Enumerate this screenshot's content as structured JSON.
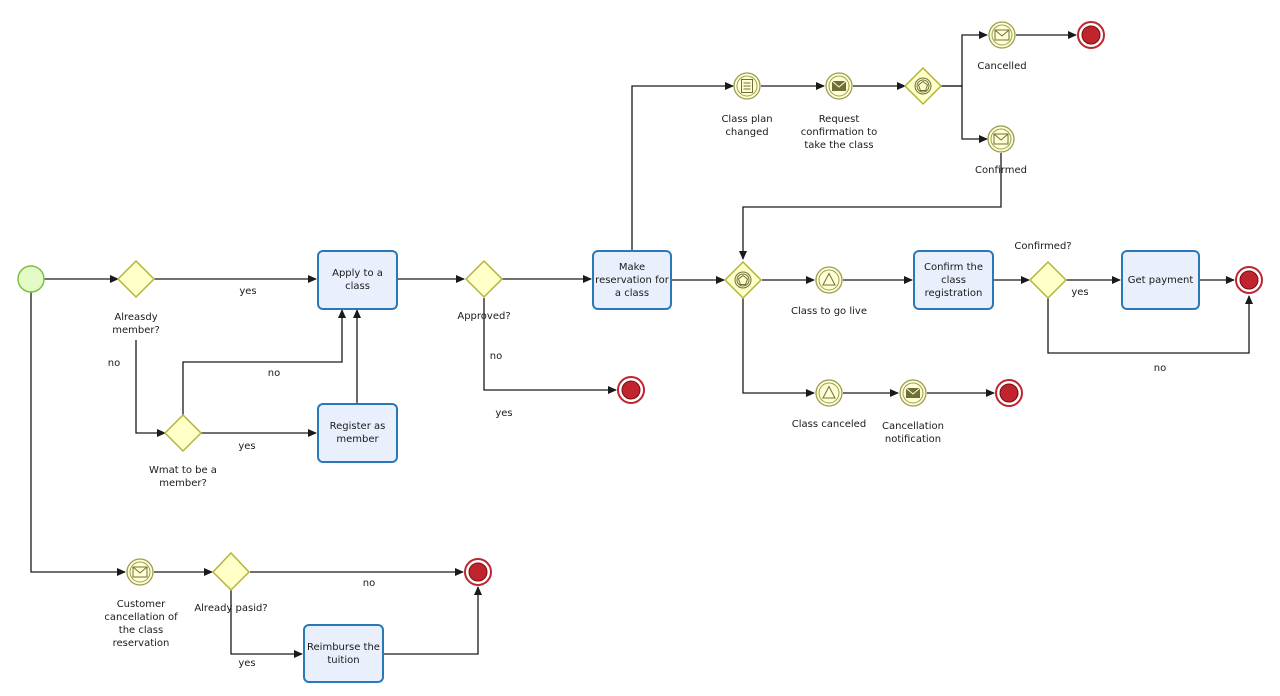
{
  "diagram": {
    "tasks": {
      "apply_to_class": "Apply to a class",
      "register_member": "Register as member",
      "make_reservation": "Make reservation for a class",
      "confirm_registration": "Confirm  the class registration",
      "get_payment": "Get payment",
      "reimburse_tuition": "Reimburse the tuition"
    },
    "gateways": {
      "already_member": "Alreasdy member?",
      "want_member": "Wmat to be a member?",
      "approved": "Approved?",
      "confirmed_q": "Confirmed?",
      "already_paid": "Already pasid?"
    },
    "events": {
      "class_plan_changed": "Class plan changed",
      "request_confirmation": "Request confirmation to take the class",
      "cancelled": "Cancelled",
      "confirmed": "Confirmed",
      "class_to_go_live": "Class to go live",
      "class_canceled": "Class canceled",
      "cancellation_notification": "Cancellation notification",
      "customer_cancellation": "Customer cancellation of the class reservation"
    },
    "flow_labels": {
      "yes_apply": "yes",
      "no_member": "no",
      "no_register": "no",
      "yes_register": "yes",
      "no_approved": "no",
      "yes_approved": "yes",
      "yes_payment": "yes",
      "no_payment": "no",
      "no_paid": "no",
      "yes_paid": "yes"
    }
  }
}
